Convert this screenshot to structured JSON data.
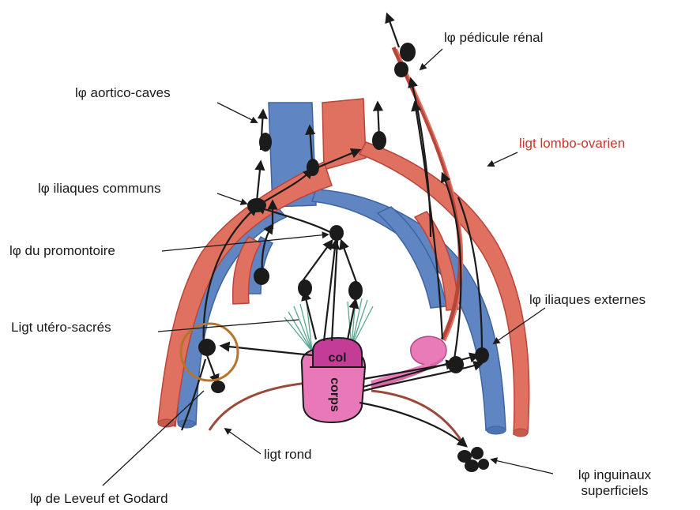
{
  "labels": {
    "aortico_caves": "lφ aortico-caves",
    "iliaques_communs": "lφ iliaques communs",
    "promontoire": "lφ du promontoire",
    "utero_sacres": "Ligt utéro-sacrés",
    "leveuf_godard": "lφ de Leveuf et Godard",
    "pedicule_renal": "lφ pédicule rénal",
    "lombo_ovarien": "ligt lombo-ovarien",
    "iliaques_externes": "lφ iliaques externes",
    "ligt_rond": "ligt rond",
    "inguinaux_line1": "lφ inguinaux",
    "inguinaux_line2": "superficiels",
    "col": "col",
    "corps": "corps"
  },
  "colors": {
    "artery": "#e0705f",
    "artery_dark": "#b8453a",
    "vein": "#5f86c2",
    "vein_dark": "#3f63a0",
    "node": "#1b1b1b",
    "uterus": "#e878b8",
    "col": "#c33c96",
    "ovary": "#e87bb8",
    "ligament_red": "#c0392b",
    "ligament_green": "#5aa58f",
    "circle_highlight": "#b8742a"
  }
}
